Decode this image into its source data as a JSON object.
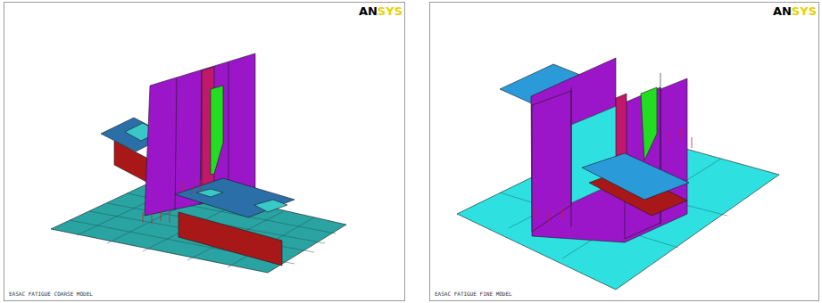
{
  "diagram": {
    "labels": [
      "AN",
      "SYS",
      "EASAC FATIGUE COARSE MODEL",
      "AN",
      "SYS",
      "EASAC FATIGUE FINE MODEL"
    ]
  }
}
